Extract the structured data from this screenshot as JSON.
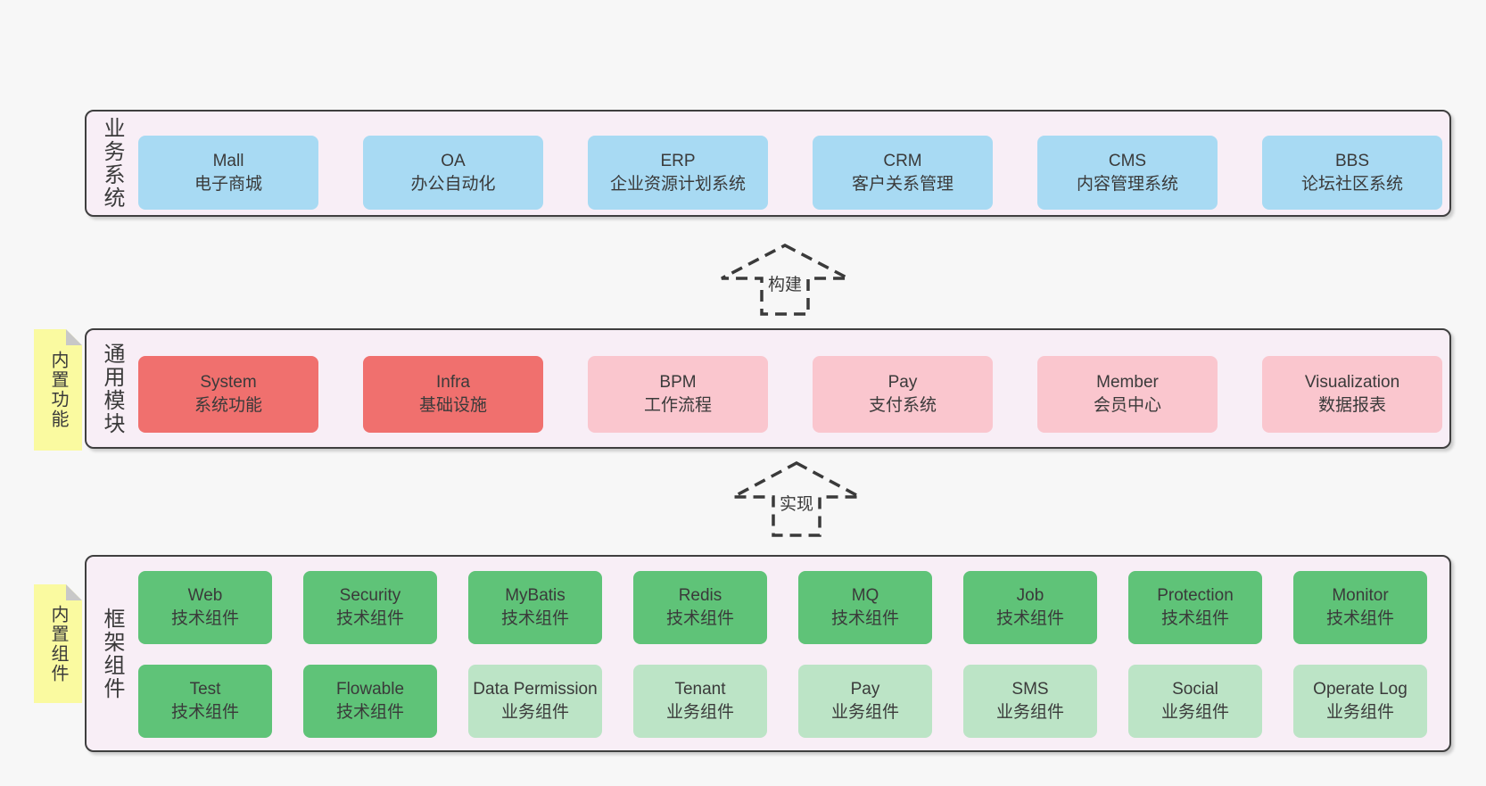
{
  "colors": {
    "bg": "#f7f7f7",
    "container_bg": "#f8eef6",
    "container_border": "#3f3f3f",
    "box_blue": "#a8daf3",
    "box_red": "#f0706e",
    "box_pink": "#fac6ce",
    "box_green_dark": "#5fc378",
    "box_green_light": "#bce4c6",
    "sticky_bg": "#fafaa0",
    "sticky_fold": "#c8c8c8",
    "text": "#3a3a3a"
  },
  "layers": [
    {
      "id": "business-systems",
      "label": "业务系统",
      "boxes": [
        {
          "name": "Mall",
          "desc": "电子商城"
        },
        {
          "name": "OA",
          "desc": "办公自动化"
        },
        {
          "name": "ERP",
          "desc": "企业资源计划系统"
        },
        {
          "name": "CRM",
          "desc": "客户关系管理"
        },
        {
          "name": "CMS",
          "desc": "内容管理系统"
        },
        {
          "name": "BBS",
          "desc": "论坛社区系统"
        }
      ]
    },
    {
      "id": "common-modules",
      "label": "通用模块",
      "sticky": "内置功能",
      "boxes": [
        {
          "name": "System",
          "desc": "系统功能"
        },
        {
          "name": "Infra",
          "desc": "基础设施"
        },
        {
          "name": "BPM",
          "desc": "工作流程"
        },
        {
          "name": "Pay",
          "desc": "支付系统"
        },
        {
          "name": "Member",
          "desc": "会员中心"
        },
        {
          "name": "Visualization",
          "desc": "数据报表"
        }
      ]
    },
    {
      "id": "framework-components",
      "label": "框架组件",
      "sticky": "内置组件",
      "rows": [
        [
          {
            "name": "Web",
            "desc": "技术组件"
          },
          {
            "name": "Security",
            "desc": "技术组件"
          },
          {
            "name": "MyBatis",
            "desc": "技术组件"
          },
          {
            "name": "Redis",
            "desc": "技术组件"
          },
          {
            "name": "MQ",
            "desc": "技术组件"
          },
          {
            "name": "Job",
            "desc": "技术组件"
          },
          {
            "name": "Protection",
            "desc": "技术组件"
          },
          {
            "name": "Monitor",
            "desc": "技术组件"
          }
        ],
        [
          {
            "name": "Test",
            "desc": "技术组件"
          },
          {
            "name": "Flowable",
            "desc": "技术组件"
          },
          {
            "name": "Data Permission",
            "desc": "业务组件"
          },
          {
            "name": "Tenant",
            "desc": "业务组件"
          },
          {
            "name": "Pay",
            "desc": "业务组件"
          },
          {
            "name": "SMS",
            "desc": "业务组件"
          },
          {
            "name": "Social",
            "desc": "业务组件"
          },
          {
            "name": "Operate Log",
            "desc": "业务组件"
          }
        ]
      ]
    }
  ],
  "arrows": [
    {
      "label": "构建"
    },
    {
      "label": "实现"
    }
  ]
}
